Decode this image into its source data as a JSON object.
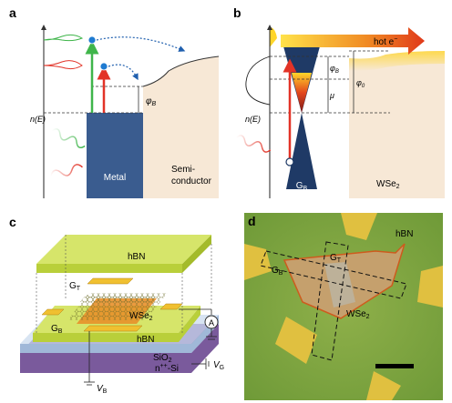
{
  "panels": {
    "a": {
      "label": "a",
      "n_e": "n(E)",
      "phi": "φ",
      "phi_sub": "B",
      "metal": "Metal",
      "semi_1": "Semi-",
      "semi_2": "conductor",
      "colors": {
        "metal": "#3a5c8f",
        "semiconductor": "#f7e8d6",
        "green": "#3fb54a",
        "red": "#e23327",
        "electron": "#1f7bd1"
      }
    },
    "b": {
      "label": "b",
      "hot": "hot e",
      "hot_sup": "−",
      "n_e": "n(E)",
      "phi": "φ",
      "phi_b_sub": "B",
      "phi_0_sub": "0",
      "mu": "μ",
      "gb": "G",
      "gb_sub": "B",
      "wse": "WSe",
      "wse_sub": "2",
      "colors": {
        "cone": "#1f3a66",
        "hot_arrow": "#e24a1c",
        "semiconductor": "#f7e8d6"
      }
    },
    "c": {
      "label": "c",
      "hbn_top": "hBN",
      "gt": "G",
      "gt_sub": "T",
      "gb": "G",
      "gb_sub": "B",
      "wse": "WSe",
      "wse_sub": "2",
      "hbn_bottom": "hBN",
      "sio": "SiO",
      "sio_sub": "2",
      "si": "n",
      "si_sup": "++",
      "si_tail": "-Si",
      "vg": "V",
      "vg_sub": "G",
      "vb": "V",
      "vb_sub": "B",
      "ammeter": "A"
    },
    "d": {
      "label": "d",
      "hbn": "hBN",
      "gt": "G",
      "gt_sub": "T",
      "gb": "G",
      "gb_sub": "B",
      "wse": "WSe",
      "wse_sub": "2"
    }
  }
}
